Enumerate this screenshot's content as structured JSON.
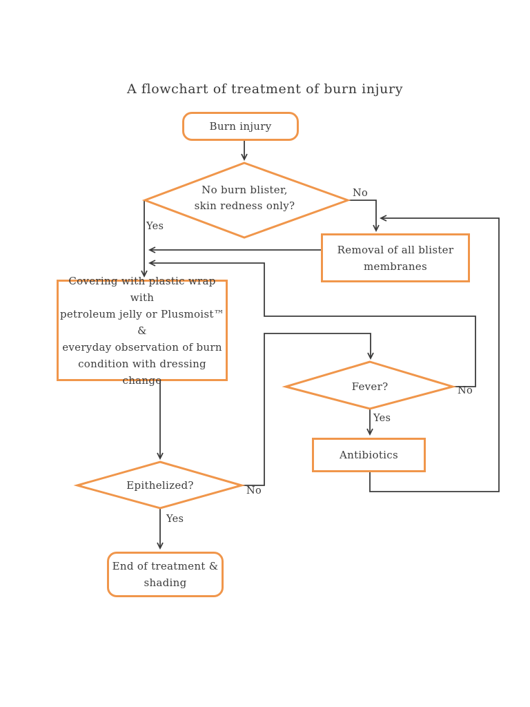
{
  "page": {
    "title": "A flowchart of treatment of burn injury"
  },
  "colors": {
    "accent_orange": "#F0964B",
    "line": "#3a3a3a",
    "text": "#3b3b3b",
    "background": "#ffffff"
  },
  "flowchart": {
    "nodes": {
      "start": {
        "shape": "rounded-rect",
        "label": "Burn injury"
      },
      "decision_blister": {
        "shape": "diamond",
        "line1": "No burn blister,",
        "line2": "skin redness only?"
      },
      "removal": {
        "shape": "rect",
        "line1": "Removal of all blister",
        "line2": "membranes"
      },
      "covering": {
        "shape": "rect",
        "lines": [
          "Covering with plastic wrap with",
          "petroleum jelly or Plusmoist™",
          "&",
          "everyday observation of burn",
          "condition with dressing change"
        ]
      },
      "decision_fever": {
        "shape": "diamond",
        "label": "Fever?"
      },
      "antibiotics": {
        "shape": "rect",
        "label": "Antibiotics"
      },
      "decision_epithelized": {
        "shape": "diamond",
        "label": "Epithelized?"
      },
      "end": {
        "shape": "rounded-rect",
        "line1": "End of treatment &",
        "line2": "shading"
      }
    },
    "edge_labels": {
      "blister_yes": "Yes",
      "blister_no": "No",
      "fever_yes": "Yes",
      "fever_no": "No",
      "epithelized_yes": "Yes",
      "epithelized_no": "No"
    }
  }
}
